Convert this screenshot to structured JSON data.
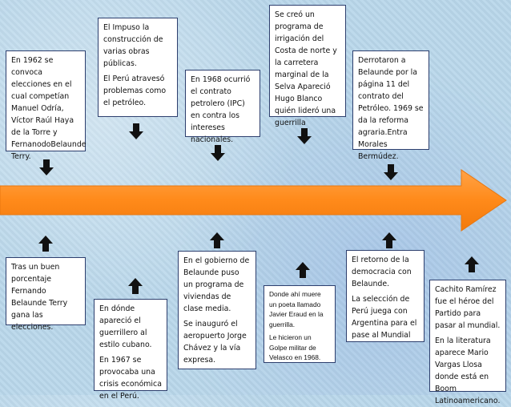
{
  "colors": {
    "timeline_fill": "#ff8c1f",
    "timeline_edge": "#f07d12",
    "box_border": "#2d3f6e",
    "arrow": "#111111"
  },
  "events_top": [
    {
      "paragraphs": [
        "En 1962 se convoca elecciones en el cual competían Manuel Odría, Víctor Raúl Haya de la Torre y FernanodoBelaunde Terry."
      ]
    },
    {
      "paragraphs": [
        "El Impuso la construcción de varias obras públicas.",
        "El Perú atravesó problemas como el petróleo."
      ]
    },
    {
      "paragraphs": [
        "En 1968 ocurrió el contrato petrolero (IPC) en contra los intereses nacionales."
      ]
    },
    {
      "paragraphs": [
        "Se creó un programa de irrigación del Costa de norte y la carretera marginal de la Selva Apareció Hugo Blanco quién lideró una guerrilla"
      ]
    },
    {
      "paragraphs": [
        "Derrotaron a Belaunde por la página 11 del contrato del Petróleo. 1969 se da la reforma agraria.Entra Morales Bermúdez."
      ]
    }
  ],
  "events_bottom": [
    {
      "paragraphs": [
        "Tras un buen porcentaje Fernando Belaunde Terry gana las elecciones."
      ]
    },
    {
      "paragraphs": [
        "En dónde apareció el guerrillero al estilo cubano.",
        "En 1967 se provocaba una crisis económica en el Perú."
      ]
    },
    {
      "paragraphs": [
        "En el gobierno de Belaunde puso un programa de viviendas de clase media.",
        "Se inauguró el aeropuerto Jorge Chávez y la vía expresa."
      ]
    },
    {
      "paragraphs": [
        "Donde ahí muere un poeta llamado Javier Eraud en la guerrilla.",
        "Le hicieron un Golpe militar de Velasco en 1968."
      ]
    },
    {
      "paragraphs": [
        "El retorno de la democracia con Belaunde.",
        "La selección de Perú juega con Argentina para el pase al Mundial"
      ]
    },
    {
      "paragraphs": [
        "Cachito Ramírez fue el héroe del Partido para pasar al mundial.",
        "En la literatura aparece Mario Vargas Llosa donde está en Boom Latinoamericano."
      ]
    }
  ]
}
